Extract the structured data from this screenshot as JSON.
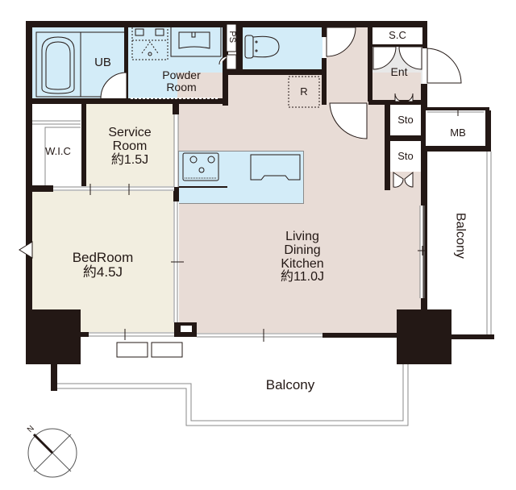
{
  "colors": {
    "wall": "#231815",
    "wet_area": "#d3ecf8",
    "ldk_floor": "#e8dcd6",
    "bedroom_floor": "#f2eee0",
    "entrance_floor": "#e8e8e8",
    "exterior": "#ffffff"
  },
  "rooms": {
    "ub": {
      "label": "UB"
    },
    "powder": {
      "label_line1": "Powder",
      "label_line2": "Room"
    },
    "ps": {
      "label": "PS"
    },
    "sc": {
      "label": "S.C"
    },
    "ent": {
      "label": "Ent"
    },
    "refrigerator": {
      "label": "R"
    },
    "sto1": {
      "label": "Sto"
    },
    "sto2": {
      "label": "Sto"
    },
    "mb": {
      "label": "MB"
    },
    "wic": {
      "label": "W.I.C"
    },
    "service": {
      "label_line1": "Service",
      "label_line2": "Room",
      "size": "約1.5J"
    },
    "bedroom": {
      "label": "BedRoom",
      "size": "約4.5J"
    },
    "ldk": {
      "label_line1": "Living",
      "label_line2": "Dining",
      "label_line3": "Kitchen",
      "size": "約11.0J"
    },
    "balcony_side": {
      "label": "Balcony"
    },
    "balcony_bottom": {
      "label": "Balcony"
    }
  },
  "compass": {
    "north_label": "N"
  }
}
